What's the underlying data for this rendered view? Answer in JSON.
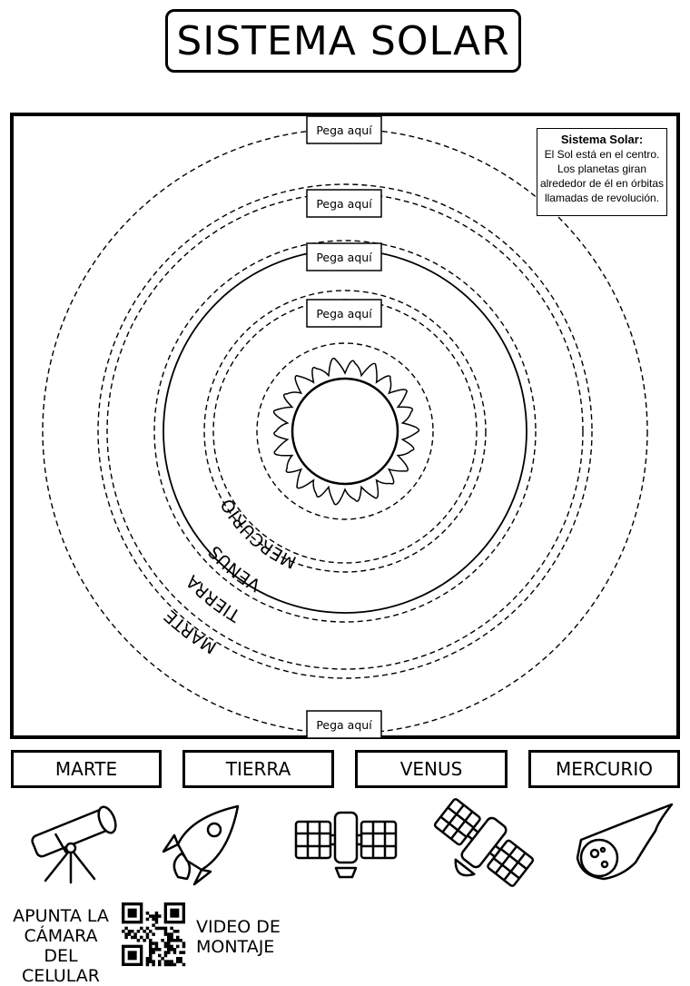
{
  "title": "SISTEMA SOLAR",
  "info_box": {
    "title": "Sistema Solar:",
    "lines": [
      "El Sol está en el centro.",
      "Los planetas giran",
      "alrededor de él en órbitas",
      "llamadas de revolución."
    ]
  },
  "paste_label": "Pega aquí",
  "orbit_labels": [
    "MERCURIO",
    "VENUS",
    "TIERRA",
    "MARTE"
  ],
  "cut_labels": [
    "MARTE",
    "TIERRA",
    "VENUS",
    "MERCURIO"
  ],
  "icons": [
    "telescope-icon",
    "rocket-icon",
    "satellite-icon",
    "satellite-icon",
    "comet-icon"
  ],
  "footer": {
    "left_lines": [
      "APUNTA LA",
      "CÁMARA DEL",
      "CELULAR"
    ],
    "right_lines": [
      "VIDEO DE",
      "MONTAJE"
    ]
  }
}
